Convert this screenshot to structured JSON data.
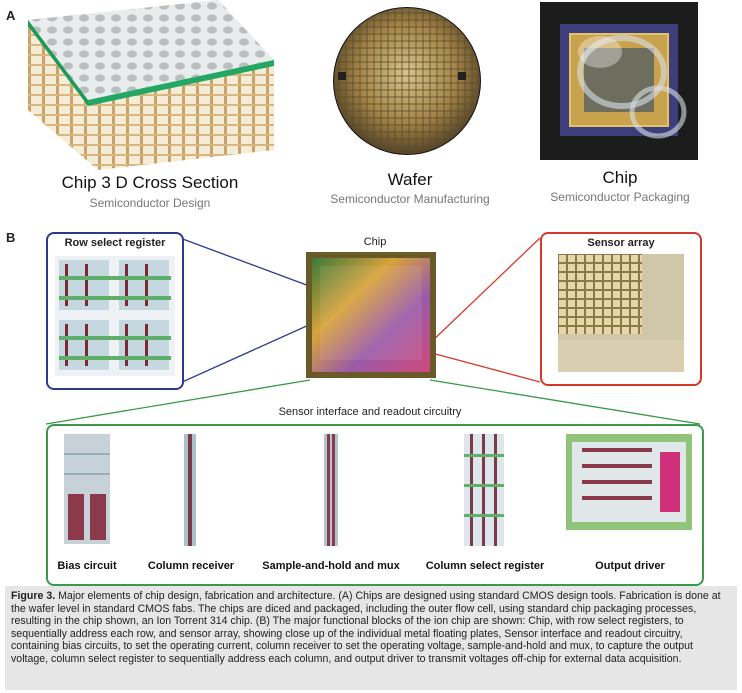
{
  "panel_a": {
    "letter": "A",
    "items": [
      {
        "title": "Chip 3 D Cross Section",
        "subtitle": "Semiconductor Design"
      },
      {
        "title": "Wafer",
        "subtitle": "Semiconductor Manufacturing"
      },
      {
        "title": "Chip",
        "subtitle": "Semiconductor Packaging"
      }
    ]
  },
  "panel_b": {
    "letter": "B",
    "row_select_label": "Row select register",
    "chip_label": "Chip",
    "sensor_array_label": "Sensor array",
    "interface_label": "Sensor interface and readout circuitry",
    "blocks": [
      "Bias circuit",
      "Column receiver",
      "Sample-and-hold and mux",
      "Column select register",
      "Output driver"
    ]
  },
  "caption": {
    "prefix": "Figure 3.",
    "text": " Major elements of chip design, fabrication and architecture. (A) Chips are designed using standard CMOS design tools. Fabrication is done at the wafer level in standard CMOS fabs. The chips are diced and packaged, including the outer flow cell, using standard chip packaging processes, resulting in the chip shown, an Ion Torrent 314 chip. (B) The major functional blocks of the ion chip are shown: Chip, with row select registers, to sequentially address each row, and sensor array, showing close up of the individual metal floating plates, Sensor interface and readout circuitry, containing bias circuits, to set the operating current, column receiver to set the operating voltage, sample-and-hold and mux, to capture the output voltage, column select register to sequentially address each column, and output driver to transmit voltages off-chip for external data acquisition."
  },
  "colors": {
    "row_select_border": "#2b3a8f",
    "sensor_array_border": "#d43a2a",
    "interface_border": "#3a9a4a"
  }
}
